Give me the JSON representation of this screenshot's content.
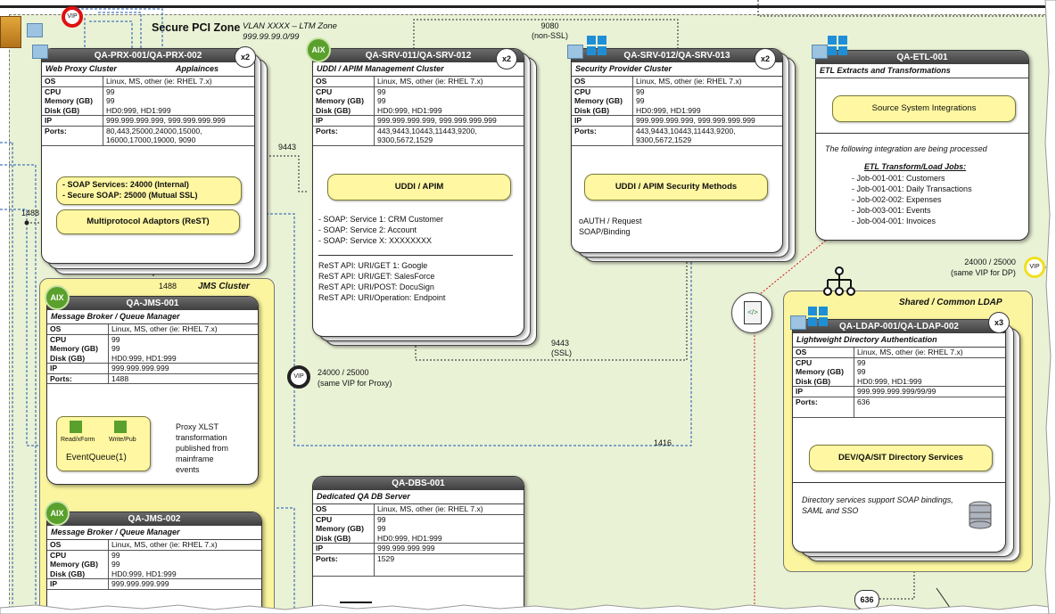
{
  "zone": {
    "title": "Secure PCI Zone",
    "subtitle_line1": "VLAN XXXX – LTM Zone",
    "subtitle_line2": "999.99.99.0/99"
  },
  "spec_labels": {
    "os": "OS",
    "cpu": "CPU",
    "memory": "Memory (GB)",
    "disk": "Disk (GB)",
    "ip": "IP",
    "ports": "Ports:"
  },
  "proxy": {
    "title": "QA-PRX-001/QA-PRX-002",
    "multiplier": "x2",
    "subtitle": "Web Proxy Cluster",
    "subtitle_right": "Applainces",
    "os": "Linux, MS, other (ie: RHEL 7.x)",
    "cpu": "99",
    "memory": "99",
    "disk": "HD0:999, HD1:999",
    "ip": "999.999.999.999, 999.999.999.999",
    "ports_line1": "80,443,25000,24000,15000,",
    "ports_line2": "16000,17000,19000, 9090",
    "soap_line1": "- SOAP Services: 24000 (Internal)",
    "soap_line2": "- Secure SOAP: 25000 (Mutual SSL)",
    "adaptors": "Multiprotocol Adaptors (ReST)"
  },
  "uddi": {
    "badge": "AIX",
    "title": "QA-SRV-011/QA-SRV-012",
    "multiplier": "x2",
    "subtitle": "UDDI / APIM Management Cluster",
    "os": "Linux, MS, other (ie: RHEL 7.x)",
    "cpu": "99",
    "memory": "99",
    "disk": "HD0:999, HD1:999",
    "ip": "999.999.999.999, 999.999.999.999",
    "ports_line1": "443,9443,10443,11443,9200,",
    "ports_line2": "9300,5672,1529",
    "pill": "UDDI / APIM",
    "soap": [
      "- SOAP: Service 1: CRM Customer",
      "- SOAP: Service 2: Account",
      "- SOAP: Service X: XXXXXXXX"
    ],
    "rest": [
      "ReST API: URI/GET 1: Google",
      "ReST API: URI/GET: SalesForce",
      "ReST API: URI/POST: DocuSign",
      "ReST API: URI/Operation: Endpoint"
    ]
  },
  "security": {
    "title": "QA-SRV-012/QA-SRV-013",
    "multiplier": "x2",
    "subtitle": "Security Provider Cluster",
    "os": "Linux, MS, other (ie: RHEL 7.x)",
    "cpu": "99",
    "memory": "99",
    "disk": "HD0:999, HD1:999",
    "ip": "999.999.999.999, 999.999.999.999",
    "ports_line1": "443,9443,10443,11443,9200,",
    "ports_line2": "9300,5672,1529",
    "pill": "UDDI / APIM Security Methods",
    "notes": [
      "oAUTH / Request",
      "SOAP/Binding"
    ]
  },
  "etl": {
    "title": "QA-ETL-001",
    "subtitle": "ETL Extracts and Transformations",
    "pill": "Source System Integrations",
    "intro": "The following integration are being processed",
    "jobs_title": "ETL Transform/Load Jobs:",
    "jobs": [
      "- Job-001-001: Customers",
      "- Job-001-001: Daily Transactions",
      "- Job-002-002: Expenses",
      "- Job-003-001: Events",
      "- Job-004-001: Invoices"
    ]
  },
  "jms_cluster": {
    "label": "JMS Cluster"
  },
  "jms1": {
    "badge": "AIX",
    "title": "QA-JMS-001",
    "subtitle": "Message Broker / Queue Manager",
    "os": "Linux, MS, other (ie: RHEL 7.x)",
    "cpu": "99",
    "memory": "99",
    "disk": "HD0:999, HD1:999",
    "ip": "999.999.999.999",
    "ports": "1488",
    "readxform": "Read/xForm",
    "writepub": "Write/Pub",
    "queue": "EventQueue(1)",
    "note": [
      "Proxy XLST",
      "transformation",
      "published from",
      "mainframe",
      "events"
    ]
  },
  "jms2": {
    "badge": "AIX",
    "title": "QA-JMS-002",
    "subtitle": "Message Broker / Queue Manager",
    "os": "Linux, MS, other (ie: RHEL 7.x)",
    "cpu": "99",
    "memory": "99",
    "disk": "HD0:999, HD1:999",
    "ip": "999.999.999.999"
  },
  "dbs": {
    "title": "QA-DBS-001",
    "subtitle": "Dedicated QA DB Server",
    "os": "Linux, MS, other (ie: RHEL 7.x)",
    "cpu": "99",
    "memory": "99",
    "disk": "HD0:999, HD1:999",
    "ip": "999.999.999.999",
    "ports": "1529"
  },
  "ldap_zone": {
    "label": "Shared / Common LDAP"
  },
  "ldap": {
    "title": "QA-LDAP-001/QA-LDAP-002",
    "multiplier": "x3",
    "subtitle": "Lightweight Directory Authentication",
    "os": "Linux, MS, other (ie: RHEL 7.x)",
    "cpu": "99",
    "memory": "99",
    "disk": "HD0:999, HD1:999",
    "ip": "999.999.999.999/99/99",
    "ports": "636",
    "pill": "DEV/QA/SIT Directory Services",
    "note_line1": "Directory services support SOAP bindings,",
    "note_line2": "SAML and SSO"
  },
  "connectors": {
    "c9080": "9080",
    "c9080_sub": "(non-SSL)",
    "c9443_top": "9443",
    "c1488_left": "1488",
    "c1488_mid": "1488",
    "c9443_ssl": "9443",
    "c9443_ssl_sub": "(SSL)",
    "c1416": "1416",
    "vip_proxy": "24000 / 25000",
    "vip_proxy_sub": "(same VIP for Proxy)",
    "vip_dp": "24000 / 25000",
    "vip_dp_sub": "(same VIP for DP)",
    "c636": "636",
    "vip": "VIP"
  }
}
